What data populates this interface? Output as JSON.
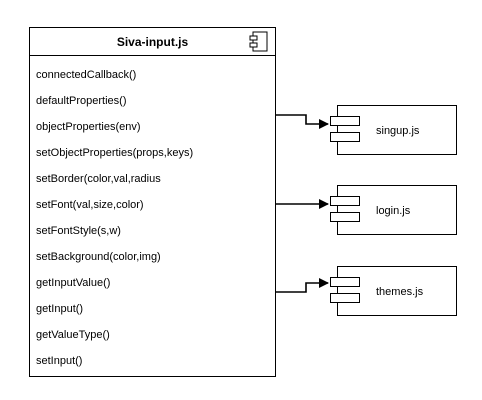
{
  "main_component": {
    "title": "Siva-input.js",
    "methods": [
      "connectedCallback()",
      "defaultProperties()",
      "objectProperties(env)",
      "setObjectProperties(props,keys)",
      "setBorder(color,val,radius",
      "setFont(val,size,color)",
      "setFontStyle(s,w)",
      "setBackground(color,img)",
      "getInputValue()",
      "getInput()",
      "getValueType()",
      "setInput()"
    ]
  },
  "components": [
    {
      "label": "singup.js"
    },
    {
      "label": "login.js"
    },
    {
      "label": "themes.js"
    }
  ],
  "icons": {
    "component": "component-icon"
  },
  "colors": {
    "stroke": "#000000",
    "fill": "#ffffff"
  }
}
